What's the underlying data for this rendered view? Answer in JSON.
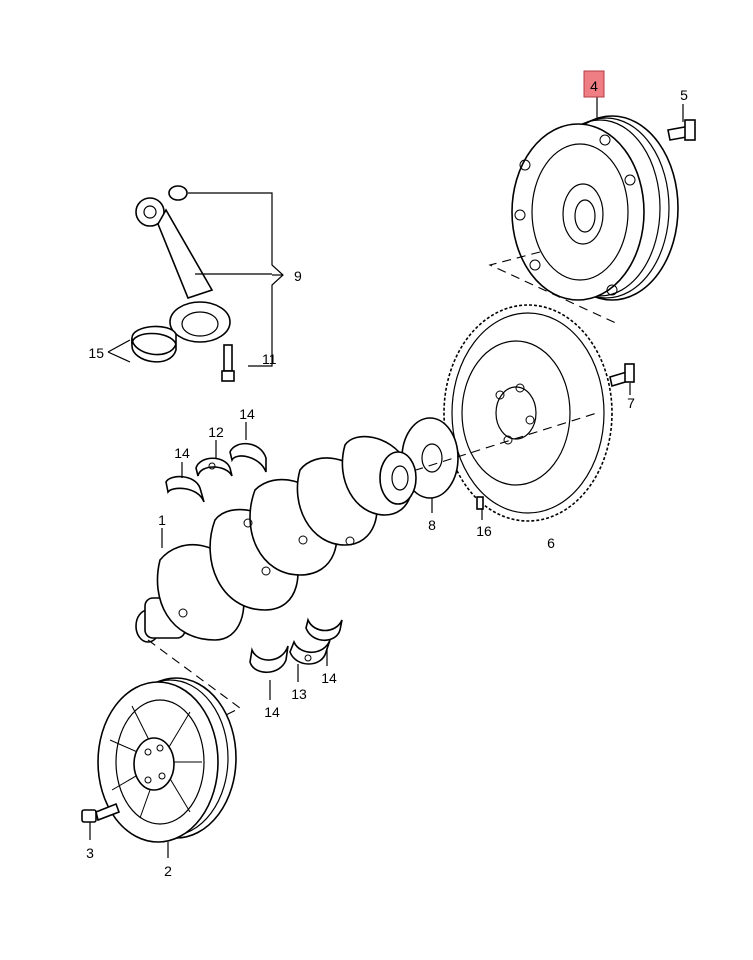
{
  "callouts": {
    "p1": "1",
    "p2": "2",
    "p3": "3",
    "p4": "4",
    "p5": "5",
    "p6": "6",
    "p7": "7",
    "p8": "8",
    "p9": "9",
    "p11": "11",
    "p12": "12",
    "p13": "13",
    "p14a": "14",
    "p14b": "14",
    "p14c": "14",
    "p14d": "14",
    "p15": "15",
    "p16": "16"
  },
  "highlight": {
    "part": "4",
    "color": "#ef7d84"
  }
}
